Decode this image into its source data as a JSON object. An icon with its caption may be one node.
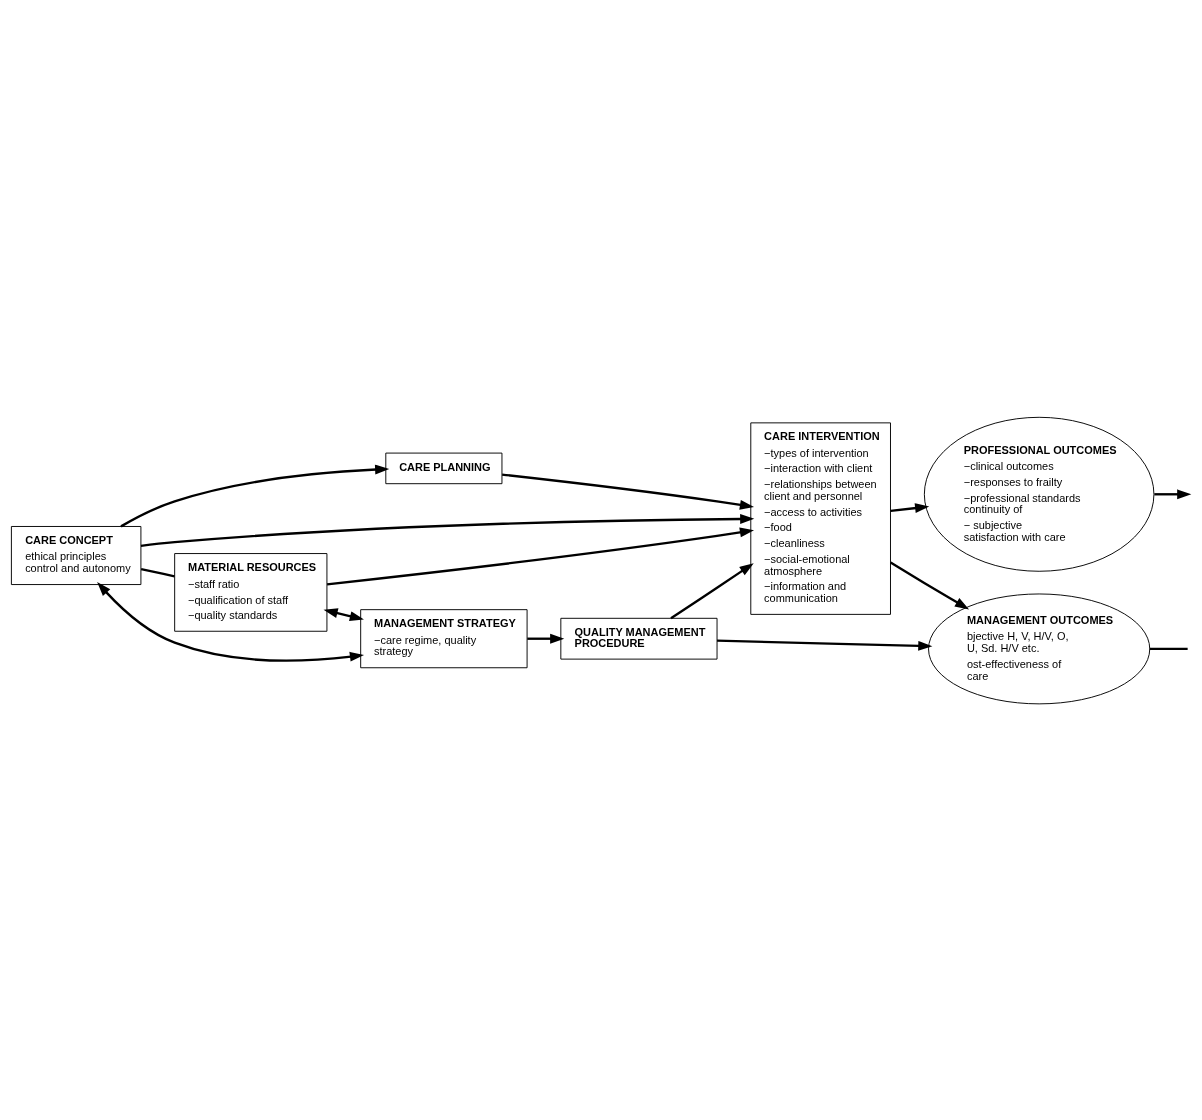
{
  "diagram": {
    "nodes": [
      {
        "text": [
          "CARE CONCEPT",
          "ethical principles control and autonomy"
        ]
      },
      {
        "text": [
          "CARE PLANNING"
        ]
      },
      {
        "text": [
          "CARE INTERVENTION",
          "−types of intervention",
          "−interaction with client",
          "−relationships between client and personnel",
          "−access to activities",
          "−food",
          "−cleanliness",
          "−social-emotional atmosphere",
          "−information and communication"
        ]
      },
      {
        "text": [
          "MATERIAL RESOURCES",
          "−staff ratio",
          "−qualification of staff",
          "−quality standards"
        ]
      },
      {
        "text": [
          "MANAGEMENT STRATEGY",
          "−care regime, quality strategy"
        ]
      },
      {
        "text": [
          "QUALITY MANAGEMENT PROCEDURE"
        ]
      },
      {
        "text": [
          "PROFESSIONAL OUTCOMES",
          "−clinical outcomes",
          "−responses to frailty",
          "−professional standards continuity of",
          "− subjective satisfaction with care"
        ]
      },
      {
        "text": [
          "MANAGEMENT OUTCOMES",
          "bjective H, V, H/V, O, U, Sd. H/V etc.",
          "ost-effectiveness of care"
        ]
      }
    ],
    "edges": [
      {
        "from": 0,
        "to": 1,
        "arrow": "to"
      },
      {
        "from": 0,
        "to": 2,
        "arrow": "to"
      },
      {
        "from": 1,
        "to": 2,
        "arrow": "to"
      },
      {
        "from": 0,
        "to": 3,
        "arrow": "none"
      },
      {
        "from": 3,
        "to": 2,
        "arrow": "to"
      },
      {
        "from": 3,
        "to": 4,
        "arrow": "both"
      },
      {
        "from": 0,
        "to": 4,
        "arrow": "both"
      },
      {
        "from": 4,
        "to": 5,
        "arrow": "to"
      },
      {
        "from": 5,
        "to": 2,
        "arrow": "to"
      },
      {
        "from": 2,
        "to": 6,
        "arrow": "to"
      },
      {
        "from": 2,
        "to": 7,
        "arrow": "to"
      },
      {
        "from": 5,
        "to": 7,
        "arrow": "to"
      },
      {
        "from": 6,
        "to": null,
        "arrow": "to"
      },
      {
        "from": 7,
        "to": null,
        "arrow": "none"
      }
    ]
  }
}
